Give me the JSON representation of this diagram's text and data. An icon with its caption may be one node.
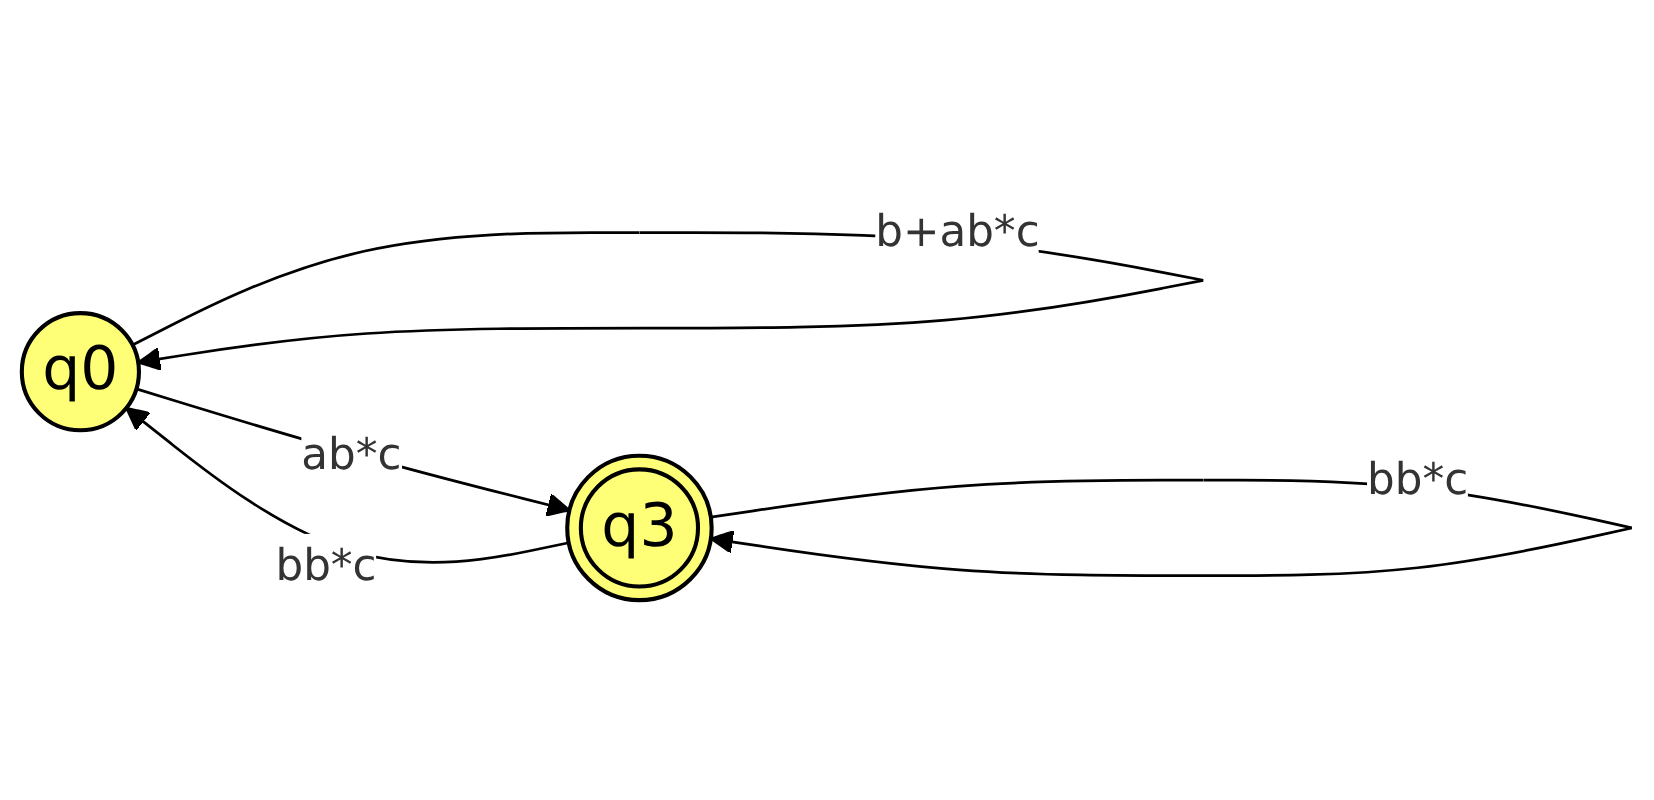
{
  "diagram": {
    "nodes": [
      {
        "text": [
          "q0"
        ]
      },
      {
        "text": [
          "q3"
        ]
      }
    ],
    "edges": [
      {
        "from": 0,
        "to": 0,
        "arrow": "to",
        "label": "b+ab*c"
      },
      {
        "from": 0,
        "to": 1,
        "arrow": "to",
        "label": "ab*c"
      },
      {
        "from": 1,
        "to": 0,
        "arrow": "to",
        "label": "bb*c"
      },
      {
        "from": 1,
        "to": 1,
        "arrow": "to",
        "label": "bb*c"
      }
    ]
  }
}
